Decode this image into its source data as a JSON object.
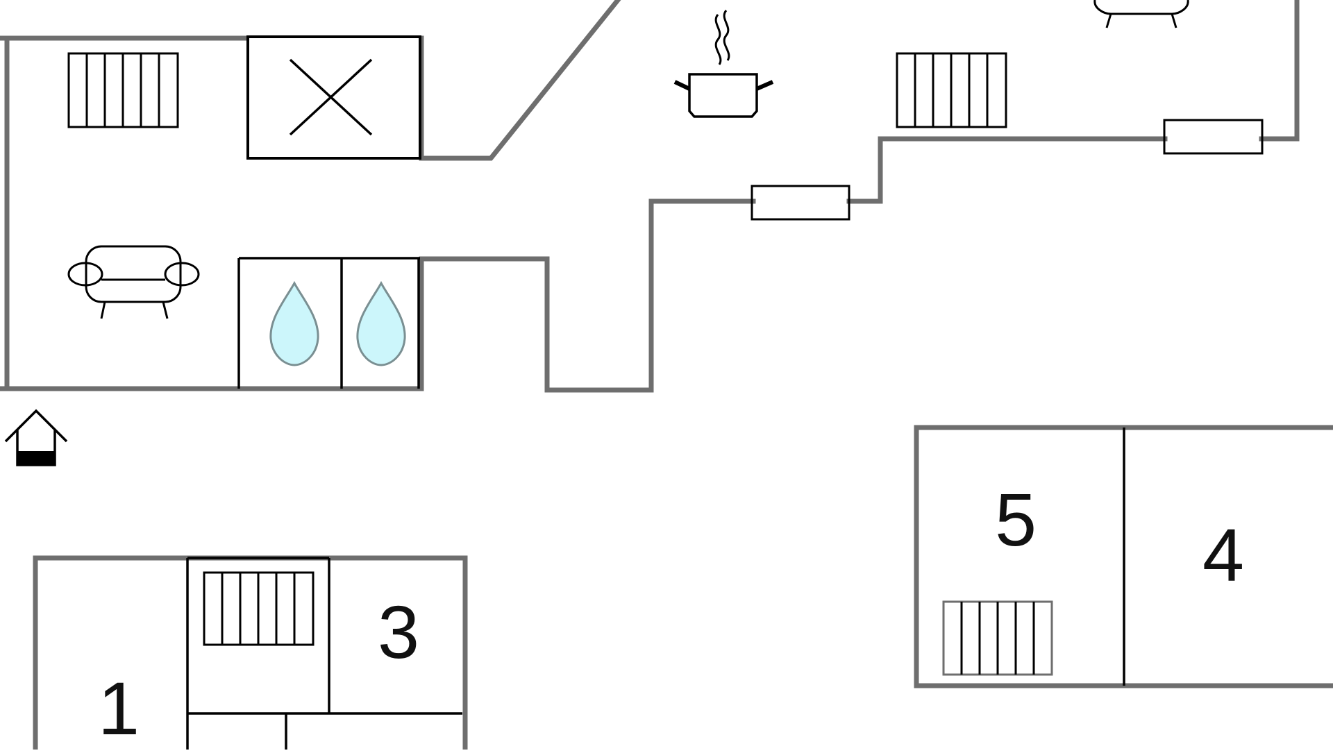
{
  "rooms": [
    {
      "label": "1"
    },
    {
      "label": "3"
    },
    {
      "label": "5"
    },
    {
      "label": "4"
    }
  ],
  "icons": {
    "radiator": "radiator-icon",
    "fireplace": "fireplace-icon",
    "sofa": "sofa-icon",
    "shower": "water-drop-icon",
    "kitchen": "cooking-pot-icon",
    "entrance": "entrance-icon",
    "window": "window-icon"
  },
  "colors": {
    "wall": "#6e6e6e",
    "line": "#000000",
    "water": "#ccf6fb",
    "water_outline": "#7a8f92"
  }
}
